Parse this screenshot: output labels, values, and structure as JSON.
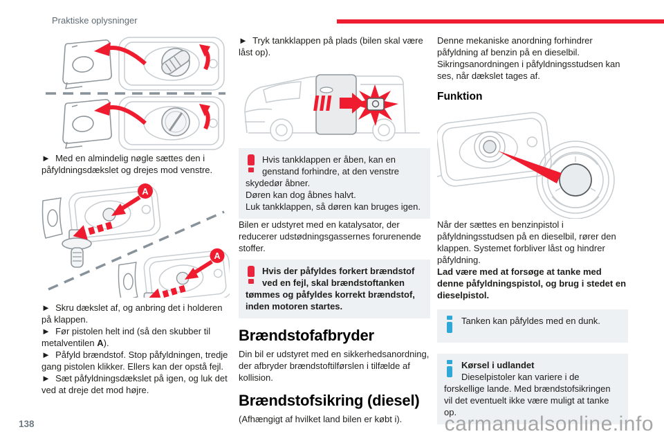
{
  "colors": {
    "accent_red": "#ee1c2e",
    "warning_red": "#e8253c",
    "info_blue": "#2fa8d8",
    "box_bg": "#edf1f3",
    "header_gray": "#5d6a73",
    "watermark_gray": "#a6a6a6"
  },
  "header": {
    "title": "Praktiske oplysninger"
  },
  "footer": {
    "page_number": "138",
    "watermark": "carmanualsonline.info"
  },
  "col1": {
    "intro": "►  Med en almindelig nøgle sættes den i påfyldningsdækslet og drejes mod venstre.",
    "label_a": "A",
    "step1": "►  Skru dækslet af, og anbring det i holderen på klappen.",
    "step2_pre": "►  Før pistolen helt ind (så den skubber til metalventilen ",
    "step2_bold": "A",
    "step2_post": ").",
    "step3": "►  Påfyld brændstof. Stop påfyldningen, tredje gang pistolen klikker. Ellers kan der opstå fejl.",
    "step4": "►  Sæt påfyldningsdækslet på igen, og luk det ved at dreje det mod højre."
  },
  "col2": {
    "step1": "►  Tryk tankklappen på plads (bilen skal være låst op).",
    "warning1": "Hvis tankklappen er åben, kan en genstand forhindre, at den venstre skydedør åbner.\nDøren kan dog åbnes halvt.\nLuk tankklappen, så døren kan bruges igen.",
    "para_catalyst": "Bilen er udstyret med en katalysator, der reducerer udstødningsgassernes forurenende stoffer.",
    "warning2": "Hvis der påfyldes forkert brændstof ved en fejl, skal brændstoftanken tømmes og påfyldes korrekt brændstof, inden motoren startes.",
    "heading_cutoff": "Brændstofafbryder",
    "para_cutoff": "Din bil er udstyret med en sikkerhedsanordning, der afbryder brændstoftilførslen i tilfælde af kollision.",
    "heading_misfuel": "Brændstofsikring (diesel)",
    "para_country": "(Afhængigt af hvilket land bilen er købt i)."
  },
  "col3": {
    "para_mech": "Denne mekaniske anordning forhindrer påfyldning af benzin på en dieselbil.",
    "para_visible": "Sikringsanordningen i påfyldningsstudsen kan ses, når dækslet tages af.",
    "heading_function": "Funktion",
    "para_nozzle": "Når der sættes en benzinpistol i påfyldningsstudsen på en dieselbil, rører den klappen. Systemet forbliver låst og hindrer påfyldning.",
    "para_bold": "Lad være med at forsøge at tanke med denne påfyldningspistol, og brug i stedet en dieselpistol.",
    "info1": "Tanken kan påfyldes med en dunk.",
    "info2_title": "Kørsel i udlandet",
    "info2_body": "Dieselpistoler kan variere i de forskellige lande. Med brændstofsikringen vil det eventuelt ikke være muligt at tanke op."
  }
}
